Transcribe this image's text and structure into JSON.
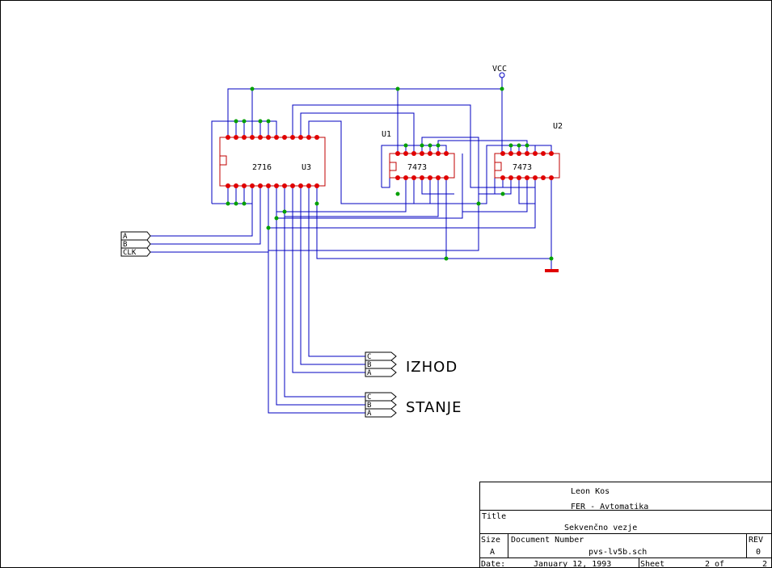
{
  "colors": {
    "wire": "#0000c0",
    "part": "#c00000",
    "pin": "#e00000",
    "junction": "#00a000",
    "text": "#000000",
    "ground": "#e00000"
  },
  "power": {
    "vcc_label": "VCC"
  },
  "parts": {
    "u3": {
      "ref": "U3",
      "value": "2716"
    },
    "u1": {
      "ref": "U1",
      "value": "7473"
    },
    "u2": {
      "ref": "U2",
      "value": "7473"
    }
  },
  "inputs": {
    "a": "A",
    "b": "B",
    "clk": "CLK"
  },
  "izhod": {
    "label": "IZHOD",
    "c": "C",
    "b": "B",
    "a": "A"
  },
  "stanje": {
    "label": "STANJE",
    "c": "C",
    "b": "B",
    "a": "A"
  },
  "title_block": {
    "author": "Leon Kos",
    "organization": "FER - Avtomatika",
    "title_label": "Title",
    "title": "Sekvenčno vezje",
    "size_label": "Size",
    "size": "A",
    "docnum_label": "Document Number",
    "docnum": "pvs-lv5b.sch",
    "rev_label": "REV",
    "rev": "0",
    "date_label": "Date:",
    "date": "January 12, 1993",
    "sheet_label": "Sheet",
    "sheet_of": "2 of",
    "sheet_total": "2"
  }
}
